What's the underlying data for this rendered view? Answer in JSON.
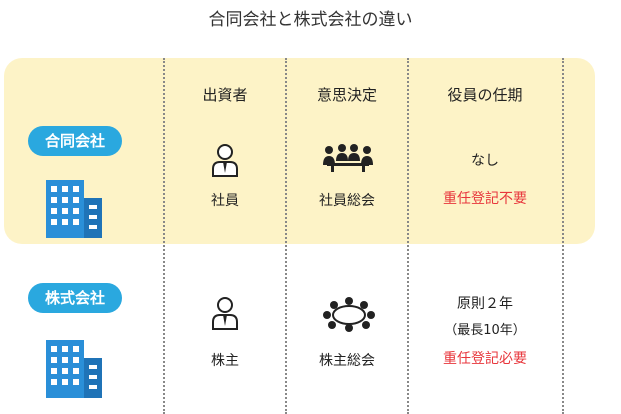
{
  "title": "合同会社と株式会社の違い",
  "colors": {
    "band": "#fdf3c7",
    "pill": "#2aa8df",
    "highlight": "#e8363c",
    "building": "#2a8fd8"
  },
  "headers": [
    "出資者",
    "意思決定",
    "役員の任期"
  ],
  "rows": [
    {
      "company": "合同会社",
      "icon": "building-icon",
      "investor": {
        "label": "社員",
        "icon": "person-icon"
      },
      "decision": {
        "label": "社員総会",
        "icon": "meeting-icon"
      },
      "term": {
        "value": "なし",
        "note": "重任登記不要"
      }
    },
    {
      "company": "株式会社",
      "icon": "building-icon",
      "investor": {
        "label": "株主",
        "icon": "person-icon"
      },
      "decision": {
        "label": "株主総会",
        "icon": "round-table-icon"
      },
      "term": {
        "value": "原則２年",
        "sub": "（最長10年）",
        "note": "重任登記必要"
      }
    }
  ]
}
